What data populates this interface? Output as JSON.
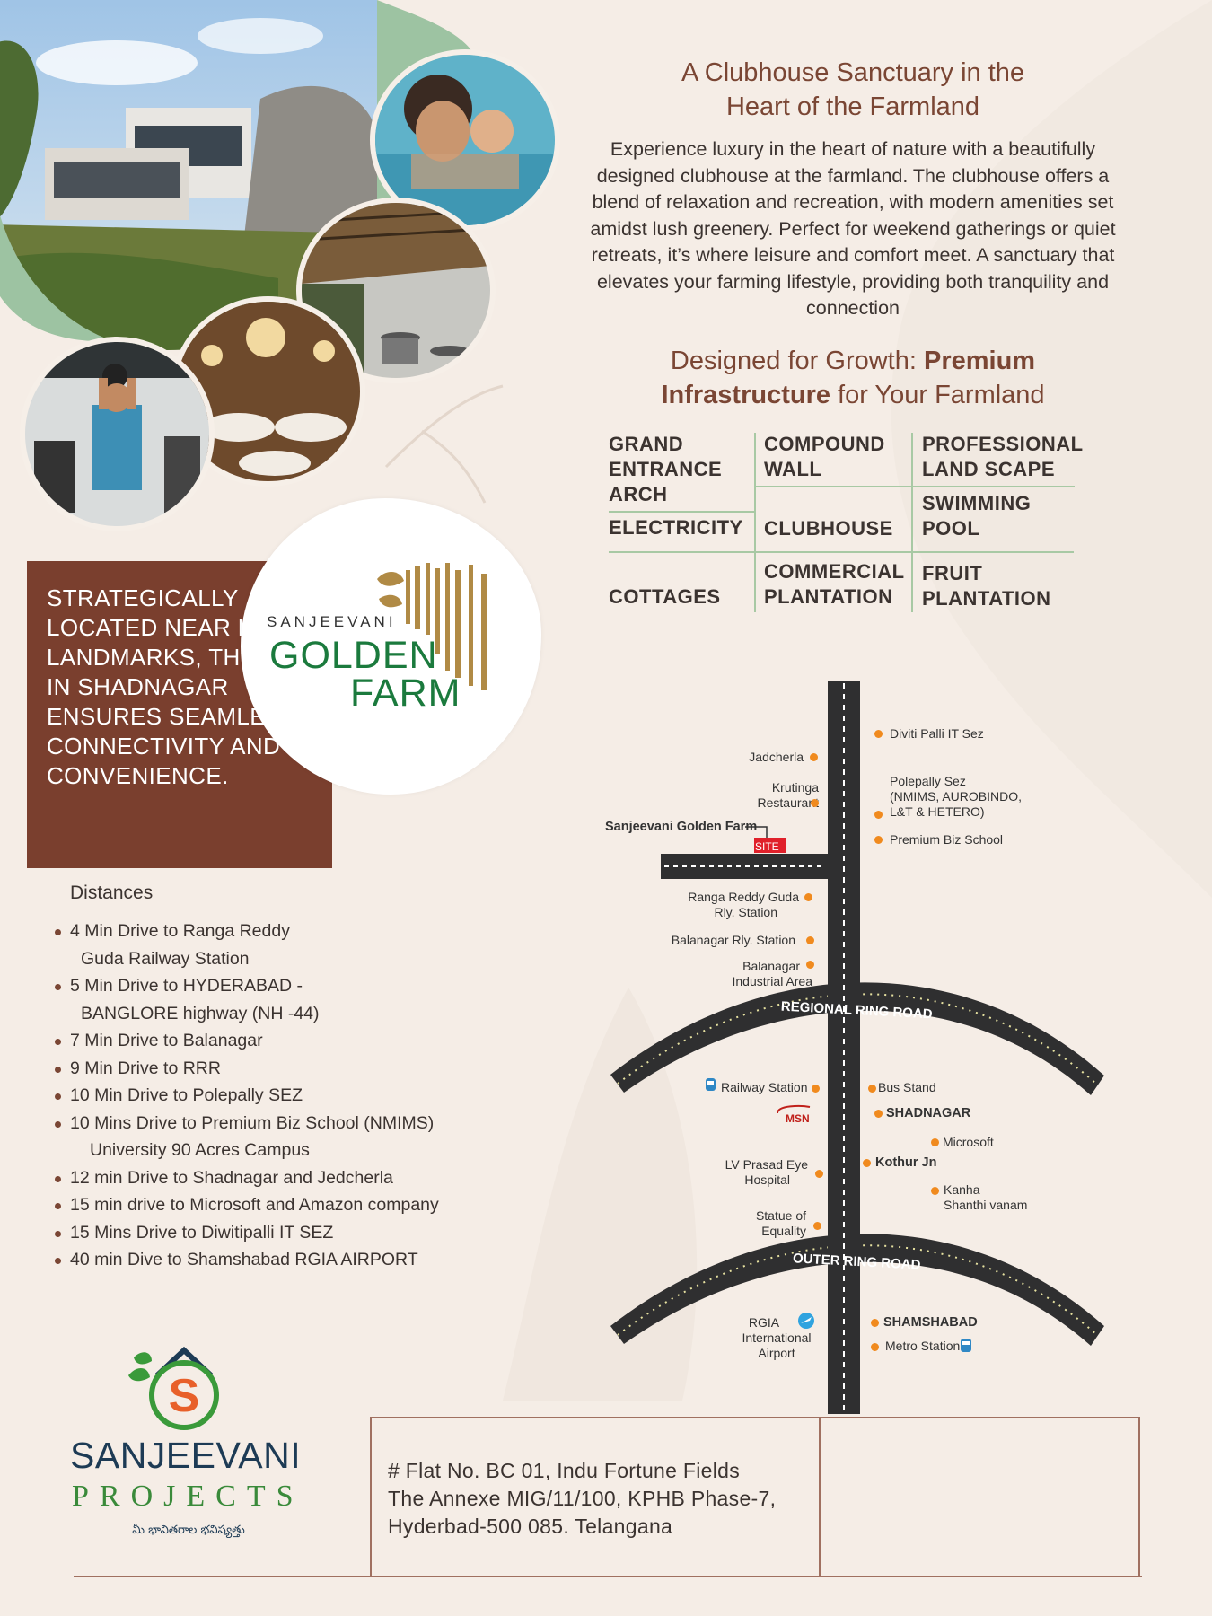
{
  "clubhouse": {
    "title_line1": "A Clubhouse Sanctuary in the",
    "title_line2": "Heart of the Farmland",
    "body": "Experience luxury in the heart of nature with a beautifully designed clubhouse at the farmland. The clubhouse offers a blend of relaxation and recreation, with modern amenities set amidst lush greenery. Perfect for weekend gatherings or quiet retreats, it’s where leisure and comfort meet. A sanctuary that elevates your farming lifestyle, providing both tranquility and connection"
  },
  "growth": {
    "part1": "Designed for Growth: ",
    "bold1": "Premium",
    "bold2": "Infrastructure",
    "part2": " for Your Farmland"
  },
  "infrastructure": {
    "grand_entrance_arch": "GRAND ENTRANCE ARCH",
    "compound_wall": "COMPOUND WALL",
    "professional_land_scape": "PROFESSIONAL LAND SCAPE",
    "electricity": "ELECTRICITY",
    "clubhouse": "CLUBHOUSE",
    "swimming_pool": "SWIMMING POOL",
    "cottages": "COTTAGES",
    "commercial_plantation": "COMMERCIAL PLANTATION",
    "fruit_plantation": "FRUIT PLANTATION"
  },
  "strategic": "STRATEGICALLY LOCATED NEAR KEY LANDMARKS, THIS SITE IN SHADNAGAR ENSURES SEAMLESS CONNECTIVITY AND CONVENIENCE.",
  "project_logo": {
    "sanjeevani": "SANJEEVANI",
    "golden": "GOLDEN",
    "farm": "FARM"
  },
  "distances": {
    "title": "Distances",
    "items": [
      {
        "line1": "4 Min Drive to Ranga Reddy",
        "line2": "Guda Railway Station"
      },
      {
        "line1": "5 Min Drive to HYDERABAD -",
        "line2": "BANGLORE highway (NH -44)"
      },
      {
        "line1": "7 Min Drive to Balanagar",
        "line2": ""
      },
      {
        "line1": "9 Min Drive to RRR",
        "line2": ""
      },
      {
        "line1": "10 Min Drive to Polepally SEZ",
        "line2": ""
      },
      {
        "line1": "10 Mins Drive to Premium Biz School (NMIMS)",
        "line2": "University 90 Acres Campus"
      },
      {
        "line1": "12 min Drive to Shadnagar and Jedcherla",
        "line2": ""
      },
      {
        "line1": "15 min drive to Microsoft and Amazon company",
        "line2": ""
      },
      {
        "line1": "15 Mins Drive to Diwitipalli IT SEZ",
        "line2": ""
      },
      {
        "line1": "40 min Dive to Shamshabad RGIA AIRPORT",
        "line2": ""
      }
    ]
  },
  "company": {
    "name": "SANJEEVANI",
    "projects": "PROJECTS",
    "tagline": "మీ భావితరాల భవిష్యత్తు"
  },
  "address": {
    "line1": "# Flat No. BC 01, Indu Fortune Fields",
    "line2": "The Annexe MIG/11/100, KPHB Phase-7,",
    "line3": "Hyderbad-500 085. Telangana"
  },
  "map": {
    "diviti": "Diviti Palli IT Sez",
    "jadcherla": "Jadcherla",
    "krutinga1": "Krutinga",
    "krutinga2": "Restaurant",
    "polepally1": "Polepally Sez",
    "polepally2": "(NMIMS, AUROBINDO,",
    "polepally3": "L&T & HETERO)",
    "premium_biz": "Premium Biz School",
    "site_name": "Sanjeevani Golden Farm",
    "site_tag": "SITE",
    "ranga1": "Ranga Reddy Guda",
    "ranga2": "Rly. Station",
    "balanagar_rly": "Balanagar Rly. Station",
    "balanagar_ind1": "Balanagar",
    "balanagar_ind2": "Industrial Area",
    "rrr": "REGIONAL RING ROAD",
    "railway_station": "Railway Station",
    "bus_stand": "Bus Stand",
    "msn": "MSN",
    "shadnagar": "SHADNAGAR",
    "microsoft": "Microsoft",
    "lv1": "LV Prasad Eye",
    "lv2": "Hospital",
    "kothur": "Kothur Jn",
    "kanha1": "Kanha",
    "kanha2": "Shanthi vanam",
    "statue1": "Statue of",
    "statue2": "Equality",
    "orr": "OUTER RING ROAD",
    "rgia1": "RGIA",
    "rgia2": "International",
    "rgia3": "Airport",
    "shamshabad": "SHAMSHABAD",
    "metro": "Metro Station"
  },
  "colors": {
    "brown": "#7a3f2e",
    "heading": "#7a4634",
    "green": "#1b7a3d",
    "gold": "#b08a45",
    "marker": "#f08a1e",
    "site_red": "#e0202a"
  }
}
